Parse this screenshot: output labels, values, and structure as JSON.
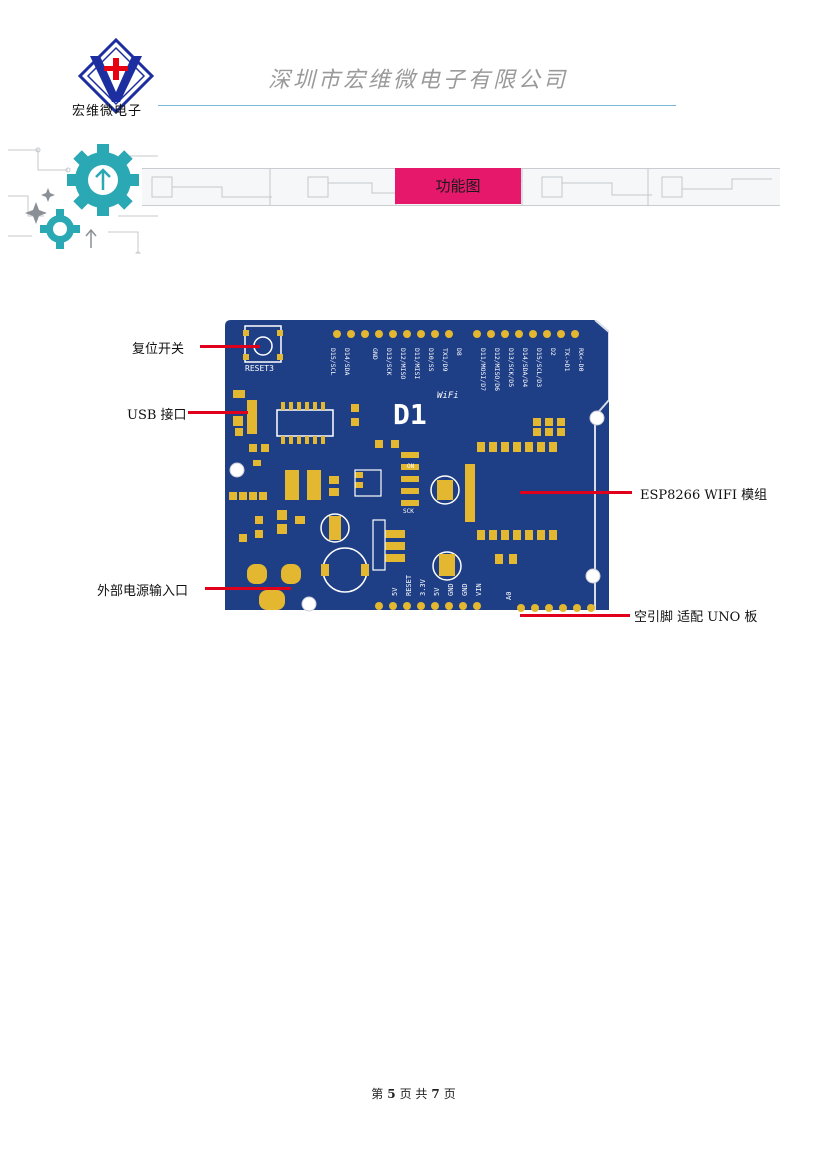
{
  "header": {
    "logo_caption": "宏维微电子",
    "company_name": "深圳市宏维微电子有限公司",
    "logo_colors": {
      "primary": "#1d2fa0",
      "accent": "#e60012"
    }
  },
  "section": {
    "title": "功能图",
    "title_color": "#e5186b"
  },
  "board": {
    "silkscreen": {
      "reset": "RESET3",
      "brand": "D1",
      "wifi": "WiFi",
      "top_pins_left": [
        "D15/SCL",
        "D14/SDA",
        "GND",
        "D13/SCK",
        "D12/MISO",
        "D11/MISI",
        "D10/SS",
        "TX1/D9",
        "D8"
      ],
      "top_pins_right": [
        "D11/MOSI/D7",
        "D12/MISO/D6",
        "D13/SCK/D5",
        "D14/SDA/D4",
        "D15/SCL/D3",
        "D2",
        "TX->D1",
        "RX<-D0"
      ],
      "bottom_pins": [
        "5V",
        "RESET",
        "3.3V",
        "5V",
        "GND",
        "GND",
        "VIN"
      ],
      "analog_pin": "A0",
      "on_label": "ON",
      "sck_label": "SCK"
    },
    "colors": {
      "pcb": "#1e3e86",
      "pad": "#e3b830",
      "silk": "#ffffff"
    }
  },
  "callouts": {
    "reset_switch": "复位开关",
    "usb_port": "USB 接口",
    "esp_module": "ESP8266 WIFI 模组",
    "power_input": "外部电源输入口",
    "blank_pins": "空引脚 适配 UNO 板"
  },
  "footer": {
    "page_prefix": "第",
    "page_current": "5",
    "page_mid": "页 共",
    "page_total": "7",
    "page_suffix": "页"
  }
}
